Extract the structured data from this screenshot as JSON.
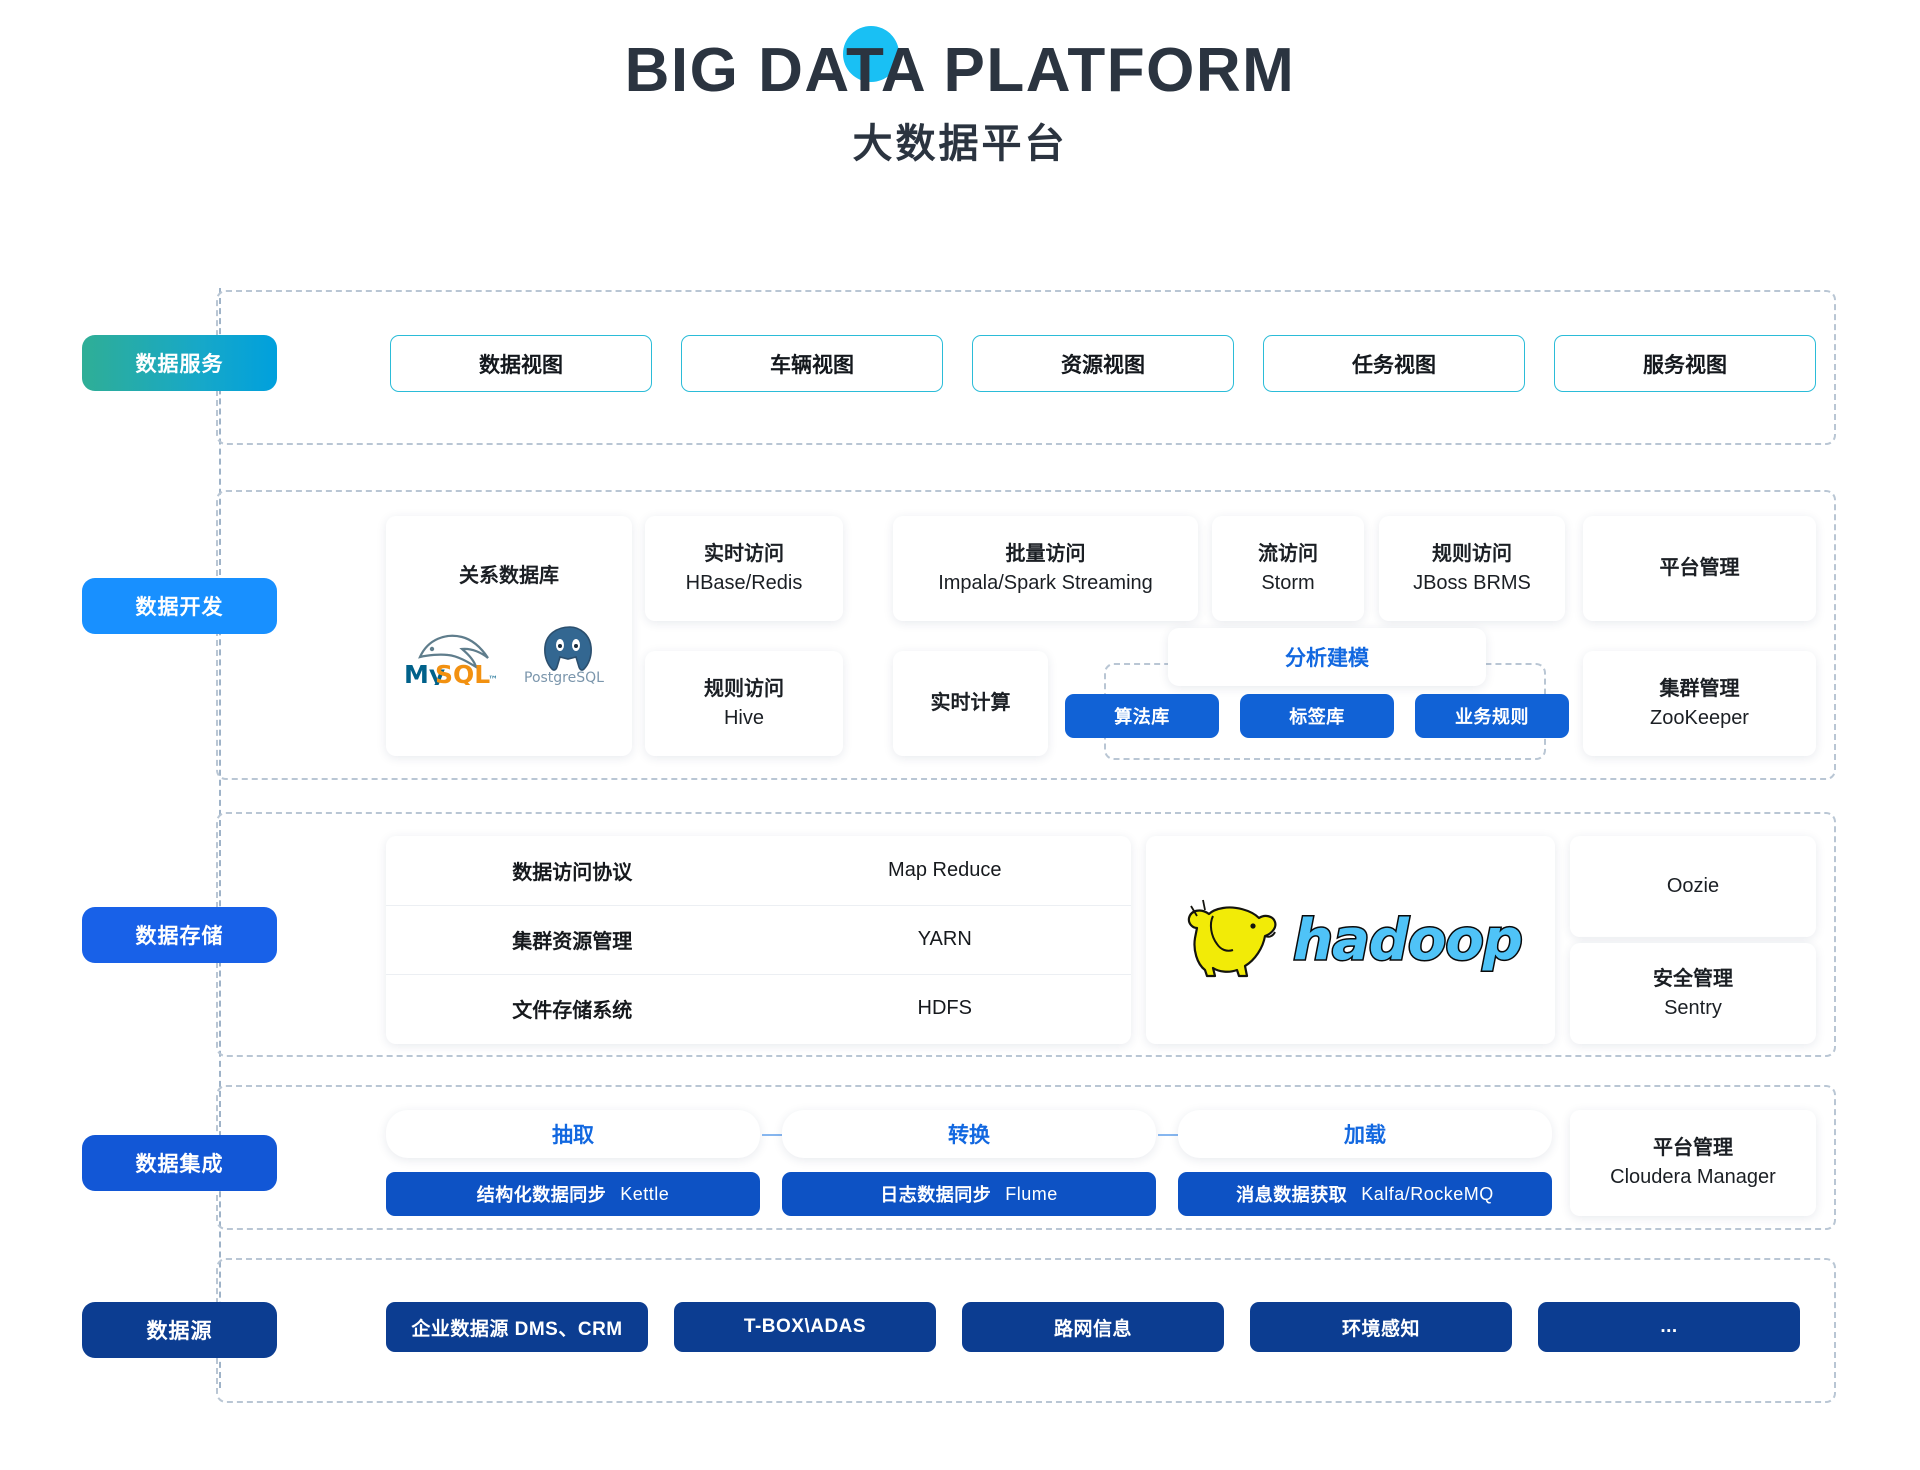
{
  "title": {
    "main": "BIG DATA PLATFORM",
    "sub": "大数据平台",
    "accent_color": "#19c0f4"
  },
  "layers": {
    "data_service": {
      "label": "数据服务",
      "badge_color": "#2fae96",
      "items": [
        "数据视图",
        "车辆视图",
        "资源视图",
        "任务视图",
        "服务视图"
      ]
    },
    "data_development": {
      "label": "数据开发",
      "badge_color": "#1890ff",
      "relational_db": {
        "title": "关系数据库",
        "logos": [
          "MySQL",
          "PostgreSQL"
        ]
      },
      "cards_row1": [
        {
          "l1": "实时访问",
          "l2": "HBase/Redis"
        },
        {
          "l1": "批量访问",
          "l2": "Impala/Spark Streaming"
        },
        {
          "l1": "流访问",
          "l2": "Storm"
        },
        {
          "l1": "规则访问",
          "l2": "JBoss BRMS"
        },
        {
          "l1": "平台管理",
          "l2": ""
        }
      ],
      "cards_row2": [
        {
          "l1": "规则访问",
          "l2": "Hive"
        },
        {
          "l1": "实时计算",
          "l2": ""
        },
        {
          "l1": "集群管理",
          "l2": "ZooKeeper"
        }
      ],
      "modeling": {
        "title": "分析建模",
        "pills": [
          "算法库",
          "标签库",
          "业务规则"
        ]
      }
    },
    "data_storage": {
      "label": "数据存储",
      "badge_color": "#1861e8",
      "table": {
        "rows": [
          {
            "name": "数据访问协议",
            "value": "Map Reduce"
          },
          {
            "name": "集群资源管理",
            "value": "YARN"
          },
          {
            "name": "文件存储系统",
            "value": "HDFS"
          }
        ]
      },
      "logo": "hadoop",
      "side_cards": [
        {
          "l1": "Oozie",
          "l2": ""
        },
        {
          "l1": "安全管理",
          "l2": "Sentry"
        }
      ]
    },
    "data_integration": {
      "label": "数据集成",
      "badge_color": "#1257d6",
      "stages": [
        {
          "title": "抽取",
          "pill_name": "结构化数据同步",
          "pill_tool": "Kettle"
        },
        {
          "title": "转换",
          "pill_name": "日志数据同步",
          "pill_tool": "Flume"
        },
        {
          "title": "加载",
          "pill_name": "消息数据获取",
          "pill_tool": "Kalfa/RockeMQ"
        }
      ],
      "platform_mgmt": {
        "l1": "平台管理",
        "l2": "Cloudera Manager"
      }
    },
    "data_source": {
      "label": "数据源",
      "badge_color": "#0c3d91",
      "items": [
        "企业数据源  DMS、CRM",
        "T-BOX\\ADAS",
        "路网信息",
        "环境感知",
        "..."
      ]
    }
  }
}
